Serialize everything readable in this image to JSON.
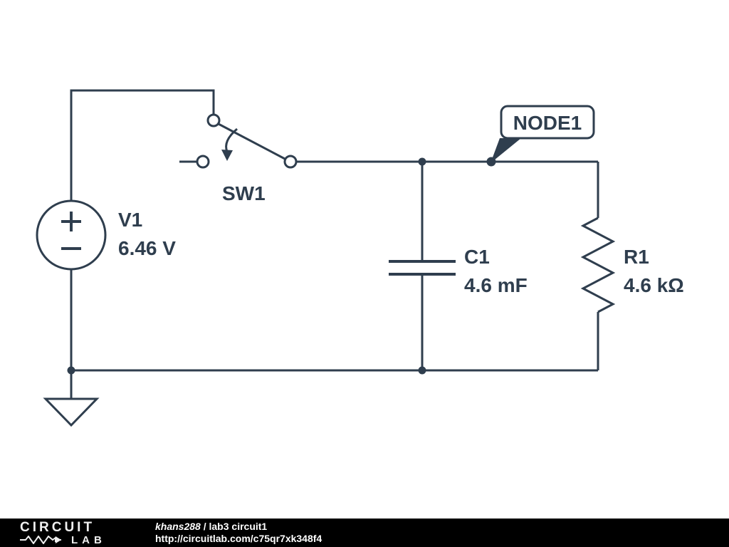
{
  "colors": {
    "wire": "#2f3e4e",
    "footer_bg": "#000000",
    "footer_text": "#ffffff"
  },
  "components": {
    "v1": {
      "name": "V1",
      "value": "6.46 V"
    },
    "sw1": {
      "name": "SW1"
    },
    "c1": {
      "name": "C1",
      "value": "4.6 mF"
    },
    "r1": {
      "name": "R1",
      "value": "4.6 kΩ"
    },
    "node1": {
      "label": "NODE1"
    }
  },
  "footer": {
    "logo_line1": "CIRCUIT",
    "logo_line2": "LAB",
    "username": "khans288",
    "separator": " / ",
    "title": "lab3 circuit1",
    "url": "http://circuitlab.com/c75qr7xk348f4"
  }
}
